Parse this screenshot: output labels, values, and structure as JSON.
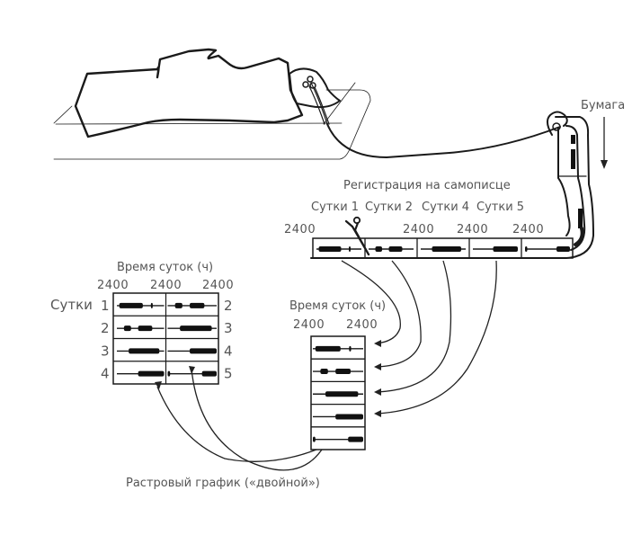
{
  "labels": {
    "paper": "Бумага",
    "recording": "Регистрация на самописце",
    "days_header": [
      "Сутки 1",
      "Сутки 2",
      "Сутки 4",
      "Сутки 5"
    ],
    "time_of_day": "Время суток (ч)",
    "day_word": "Сутки",
    "raster_caption": "Растровый график («двойной»)",
    "tick": "2400"
  },
  "recorder_strip": {
    "ticks": [
      "2400",
      "2400",
      "2400",
      "2400"
    ],
    "segments": [
      {
        "day": 1,
        "activity": [
          [
            0.05,
            0.55
          ],
          [
            0.72,
            0.76
          ]
        ]
      },
      {
        "day": 2,
        "activity": [
          [
            0.15,
            0.3
          ],
          [
            0.45,
            0.75
          ]
        ]
      },
      {
        "day": 3,
        "activity": [
          [
            0.25,
            0.9
          ]
        ]
      },
      {
        "day": 4,
        "activity": [
          [
            0.45,
            1.0
          ]
        ]
      },
      {
        "day": 5,
        "activity": [
          [
            0.0,
            0.05
          ],
          [
            0.7,
            1.0
          ]
        ]
      }
    ]
  },
  "double_plot": {
    "left_row_labels": [
      "1",
      "2",
      "3",
      "4"
    ],
    "right_row_labels": [
      "2",
      "3",
      "4",
      "5"
    ],
    "ticks": [
      "2400",
      "2400",
      "2400"
    ],
    "rows": [
      {
        "left": [
          [
            0.05,
            0.55
          ],
          [
            0.72,
            0.76
          ]
        ],
        "right": [
          [
            0.15,
            0.3
          ],
          [
            0.45,
            0.75
          ]
        ]
      },
      {
        "left": [
          [
            0.15,
            0.3
          ],
          [
            0.45,
            0.75
          ]
        ],
        "right": [
          [
            0.25,
            0.9
          ]
        ]
      },
      {
        "left": [
          [
            0.25,
            0.9
          ]
        ],
        "right": [
          [
            0.45,
            1.0
          ]
        ]
      },
      {
        "left": [
          [
            0.45,
            1.0
          ]
        ],
        "right": [
          [
            0.0,
            0.05
          ],
          [
            0.7,
            1.0
          ]
        ]
      }
    ]
  },
  "single_plot": {
    "ticks": [
      "2400",
      "2400"
    ],
    "rows": [
      [
        [
          0.05,
          0.55
        ],
        [
          0.72,
          0.76
        ]
      ],
      [
        [
          0.15,
          0.3
        ],
        [
          0.45,
          0.75
        ]
      ],
      [
        [
          0.25,
          0.9
        ]
      ],
      [
        [
          0.45,
          1.0
        ]
      ],
      [
        [
          0.0,
          0.05
        ],
        [
          0.7,
          1.0
        ]
      ]
    ]
  }
}
